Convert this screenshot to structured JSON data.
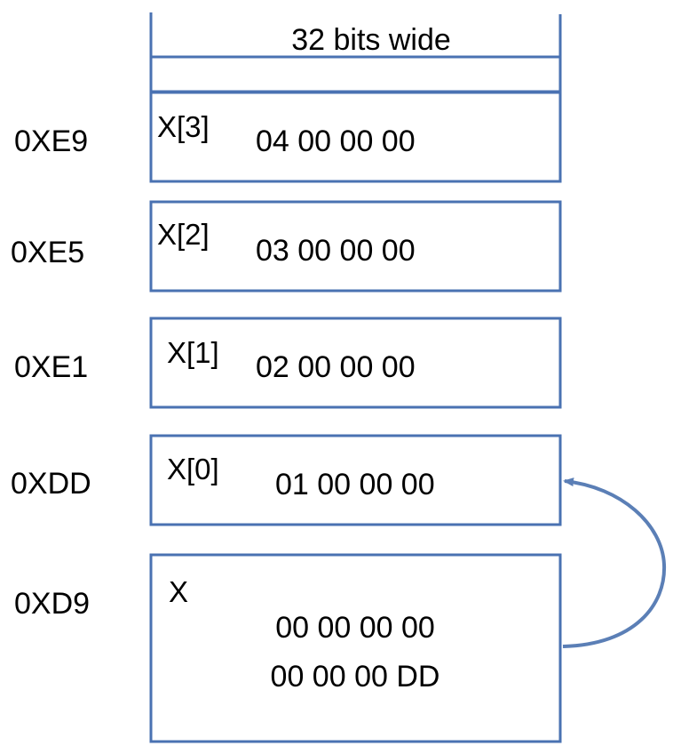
{
  "header": {
    "width_label": "32 bits wide"
  },
  "colors": {
    "box_stroke": "#4A72B2",
    "arrow": "#5B7FB6",
    "text": "#000000"
  },
  "memory_cells": [
    {
      "address": "0XE9",
      "label": "X[3]",
      "value_lines": [
        "04 00 00 00"
      ]
    },
    {
      "address": "0XE5",
      "label": "X[2]",
      "value_lines": [
        "03 00 00 00"
      ]
    },
    {
      "address": "0XE1",
      "label": "X[1]",
      "value_lines": [
        "02 00 00 00"
      ]
    },
    {
      "address": "0XDD",
      "label": "X[0]",
      "value_lines": [
        "01 00 00 00"
      ]
    },
    {
      "address": "0XD9",
      "label": "X",
      "value_lines": [
        "00 00 00 00",
        "00 00 00 DD"
      ]
    }
  ]
}
